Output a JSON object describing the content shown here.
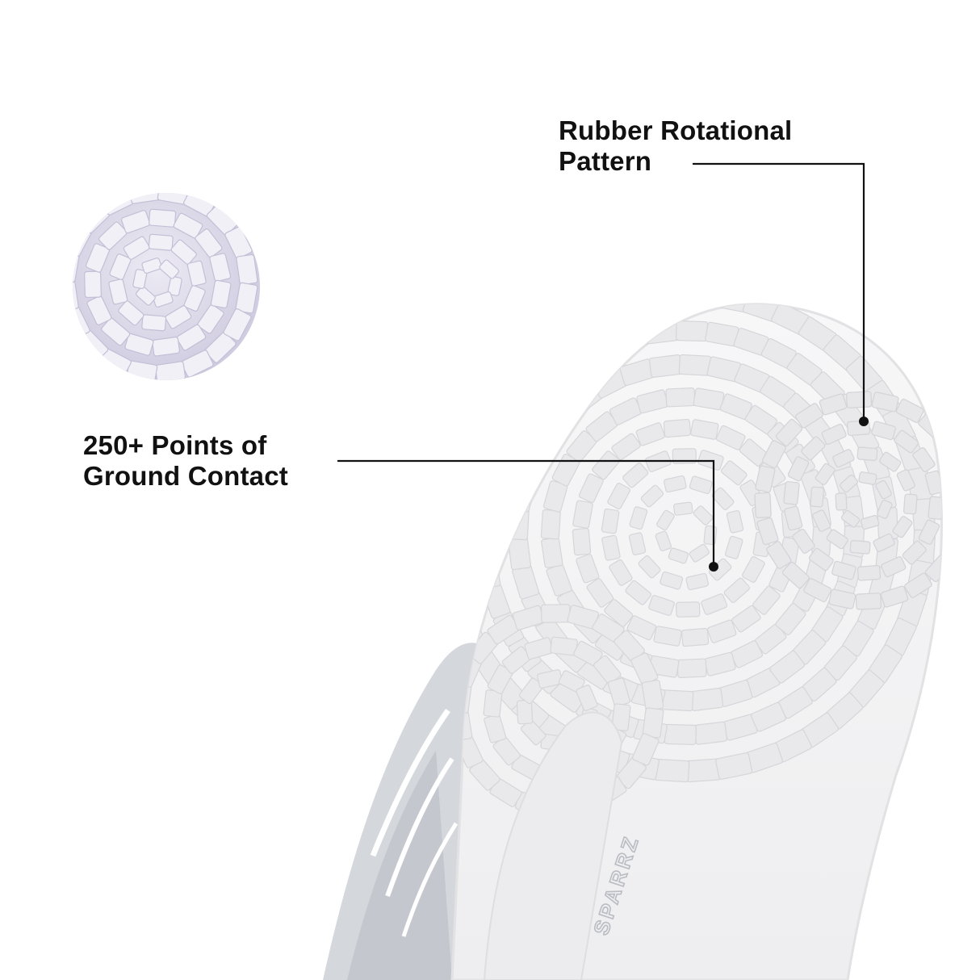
{
  "callouts": {
    "rubber": {
      "line1": "Rubber Rotational",
      "line2": "Pattern"
    },
    "points": {
      "line1": "250+ Points of",
      "line2": "Ground Contact"
    }
  },
  "brand_mark": "SPARRZ",
  "icons": {
    "detail_zoom": "sole-texture-closeup-circle",
    "shoe": "turf-shoe-sole-image"
  },
  "colors": {
    "background": "#ffffff",
    "text": "#111111",
    "leader_line": "#111111",
    "sole": "#f3f3f4",
    "lugs": "#e4e4e7",
    "closeup": "#d9d6e6",
    "upper": "#c9cdd3"
  }
}
